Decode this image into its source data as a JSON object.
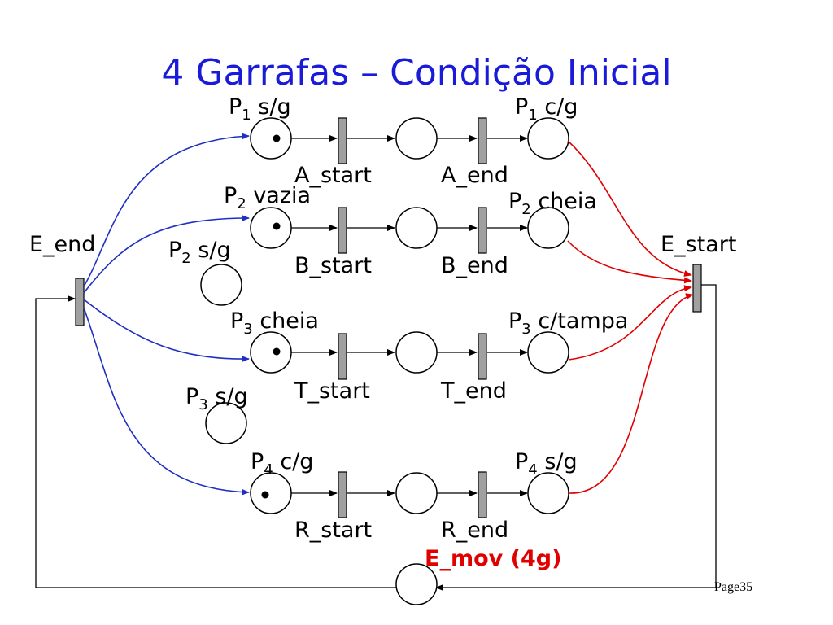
{
  "title": "4 Garrafas – Condição Inicial",
  "page_label": "Page35",
  "colors": {
    "title": "#1a1ad9",
    "blue_arcs": "#1f2fc4",
    "red_arcs": "#e00000",
    "transition_fill": "#a0a0a0"
  },
  "places": {
    "p1_sg": {
      "main": "P",
      "sub": "1",
      "rest": " s/g"
    },
    "p1_cg": {
      "main": "P",
      "sub": "1",
      "rest": " c/g"
    },
    "p2_vazia": {
      "main": "P",
      "sub": "2",
      "rest": " vazia"
    },
    "p2_cheia": {
      "main": "P",
      "sub": "2",
      "rest": " cheia"
    },
    "p2_sg": {
      "main": "P",
      "sub": "2",
      "rest": " s/g"
    },
    "p3_cheia": {
      "main": "P",
      "sub": "3",
      "rest": " cheia"
    },
    "p3_ctampa": {
      "main": "P",
      "sub": "3",
      "rest": " c/tampa"
    },
    "p3_sg": {
      "main": "P",
      "sub": "3",
      "rest": " s/g"
    },
    "p4_cg": {
      "main": "P",
      "sub": "4",
      "rest": " c/g"
    },
    "p4_sg": {
      "main": "P",
      "sub": "4",
      "rest": " s/g"
    },
    "e_mov": "E_mov (4g)"
  },
  "transitions": {
    "a_start": "A_start",
    "a_end": "A_end",
    "b_start": "B_start",
    "b_end": "B_end",
    "t_start": "T_start",
    "t_end": "T_end",
    "r_start": "R_start",
    "r_end": "R_end",
    "e_end": "E_end",
    "e_start": "E_start"
  },
  "tokens": {
    "p1_sg": 1,
    "p2_vazia": 1,
    "p3_cheia": 1,
    "p4_cg": 1
  }
}
